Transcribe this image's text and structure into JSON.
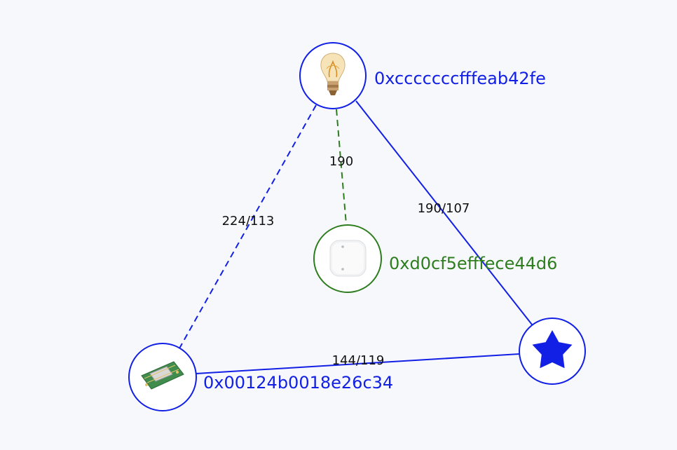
{
  "colors": {
    "router": "#1220e6",
    "end_device": "#2e7d1f",
    "label": "#111111",
    "node_fill": "#ffffff"
  },
  "nodes": [
    {
      "id": "bulb",
      "label": "0xcccccccfffeab42fe",
      "icon": "lightbulb-icon",
      "kind": "router"
    },
    {
      "id": "button",
      "label": "0xd0cf5efffece44d6",
      "icon": "remote-button-icon",
      "kind": "end_device"
    },
    {
      "id": "module",
      "label": "0x00124b0018e26c34",
      "icon": "circuit-board-icon",
      "kind": "router"
    },
    {
      "id": "coordinator",
      "label": "",
      "icon": "star-icon",
      "kind": "coordinator"
    }
  ],
  "links": [
    {
      "from": "bulb",
      "to": "module",
      "label": "224/113",
      "style": "dashed",
      "kind": "router"
    },
    {
      "from": "bulb",
      "to": "button",
      "label": "190",
      "style": "dashed",
      "kind": "end_device"
    },
    {
      "from": "bulb",
      "to": "coordinator",
      "label": "190/107",
      "style": "solid",
      "kind": "router"
    },
    {
      "from": "module",
      "to": "coordinator",
      "label": "144/119",
      "style": "solid",
      "kind": "router"
    }
  ]
}
